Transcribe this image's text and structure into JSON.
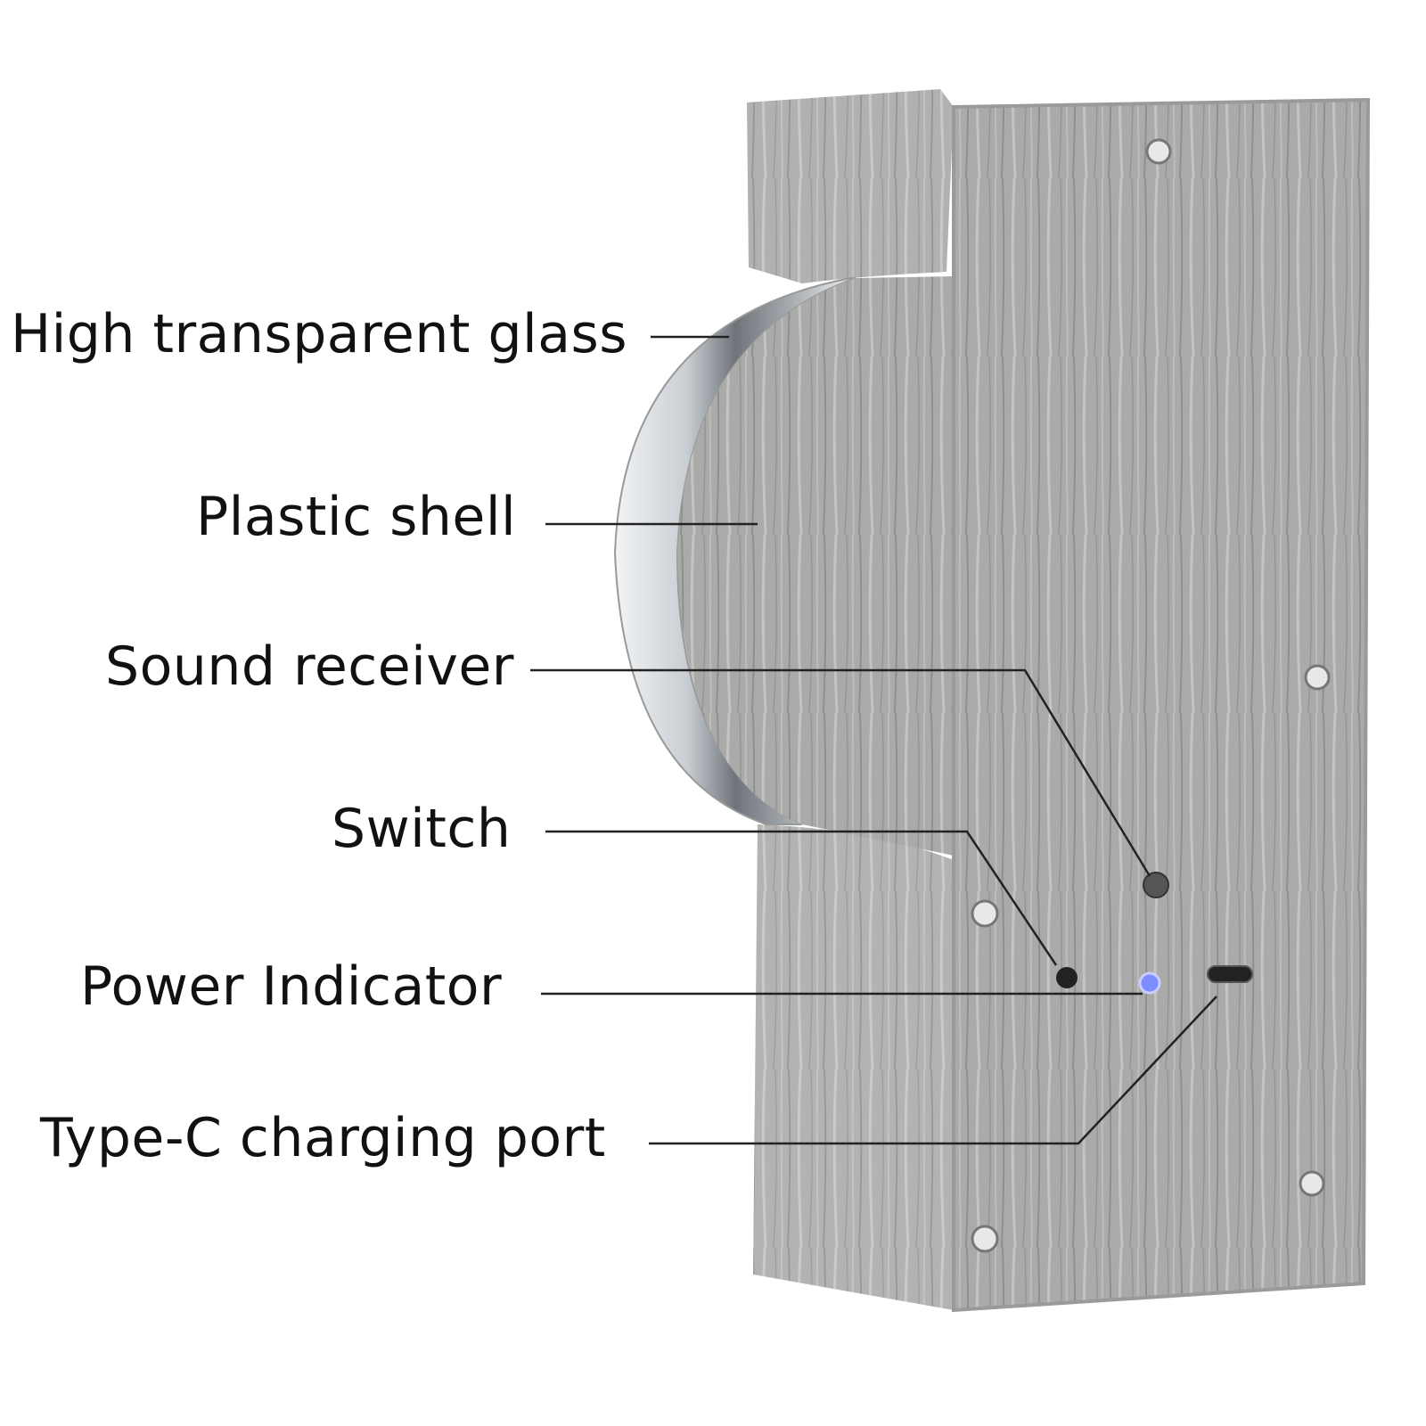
{
  "labels": {
    "glass": "High transparent glass",
    "shell": "Plastic shell",
    "receiver": "Sound receiver",
    "switch": "Switch",
    "indicator": "Power Indicator",
    "port": "Type-C charging port"
  },
  "colors": {
    "wood": "#a9a9a7",
    "wood_dark": "#8e8e8c",
    "glass": "#d8dde2",
    "led": "#7d8cff",
    "line": "#222222"
  }
}
